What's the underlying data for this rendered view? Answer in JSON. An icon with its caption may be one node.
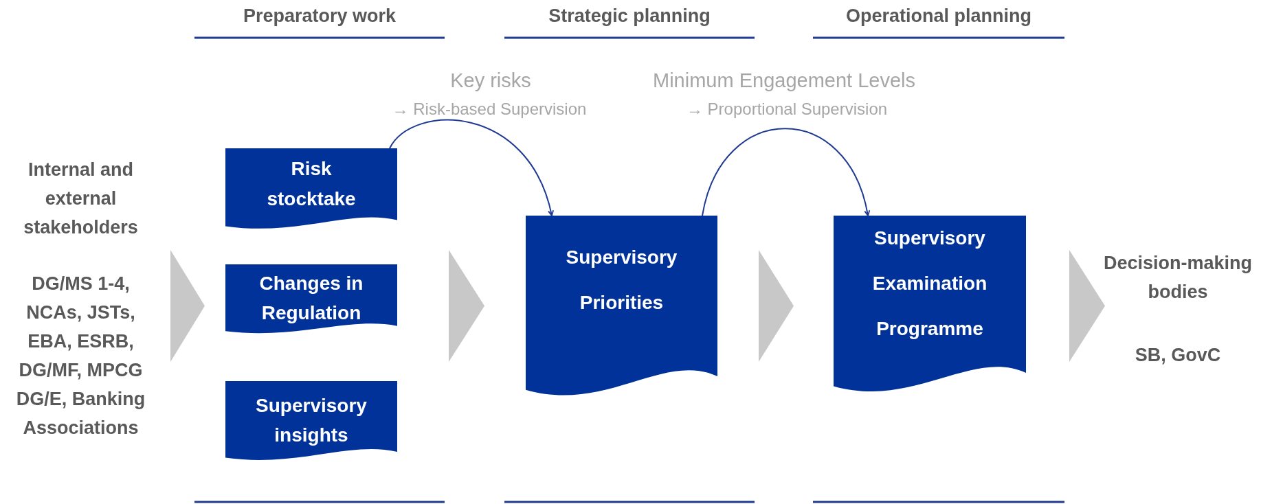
{
  "diagram": {
    "nodes": [
      {
        "text": [
          "Internal and external stakeholders",
          "DG/MS 1-4, NCAs, JSTs, EBA, ESRB, DG/MF, MPCG DG/E, Banking Associations"
        ]
      },
      {
        "text": [
          "Risk stocktake"
        ]
      },
      {
        "text": [
          "Changes in Regulation"
        ]
      },
      {
        "text": [
          "Supervisory insights"
        ]
      },
      {
        "text": [
          "Supervisory Priorities"
        ]
      },
      {
        "text": [
          "Supervisory Examination Programme"
        ]
      },
      {
        "text": [
          "Decision-making bodies",
          "SB, GovC"
        ]
      },
      {
        "text": [],
        "shape": "chevron"
      },
      {
        "text": [],
        "shape": "chevron"
      },
      {
        "text": [],
        "shape": "chevron"
      },
      {
        "text": [],
        "shape": "chevron"
      }
    ],
    "edges": [
      {
        "from": 1,
        "to": 4,
        "arrow": "to",
        "color": "#1f3a93"
      },
      {
        "from": 4,
        "to": 5,
        "arrow": "to",
        "color": "#1f3a93"
      }
    ],
    "labels": [
      "Preparatory work",
      "Strategic planning",
      "Operational planning",
      "Key risks",
      "→ Risk-based Supervision",
      "Minimum Engagement Levels",
      "→ Proportional Supervision"
    ]
  }
}
